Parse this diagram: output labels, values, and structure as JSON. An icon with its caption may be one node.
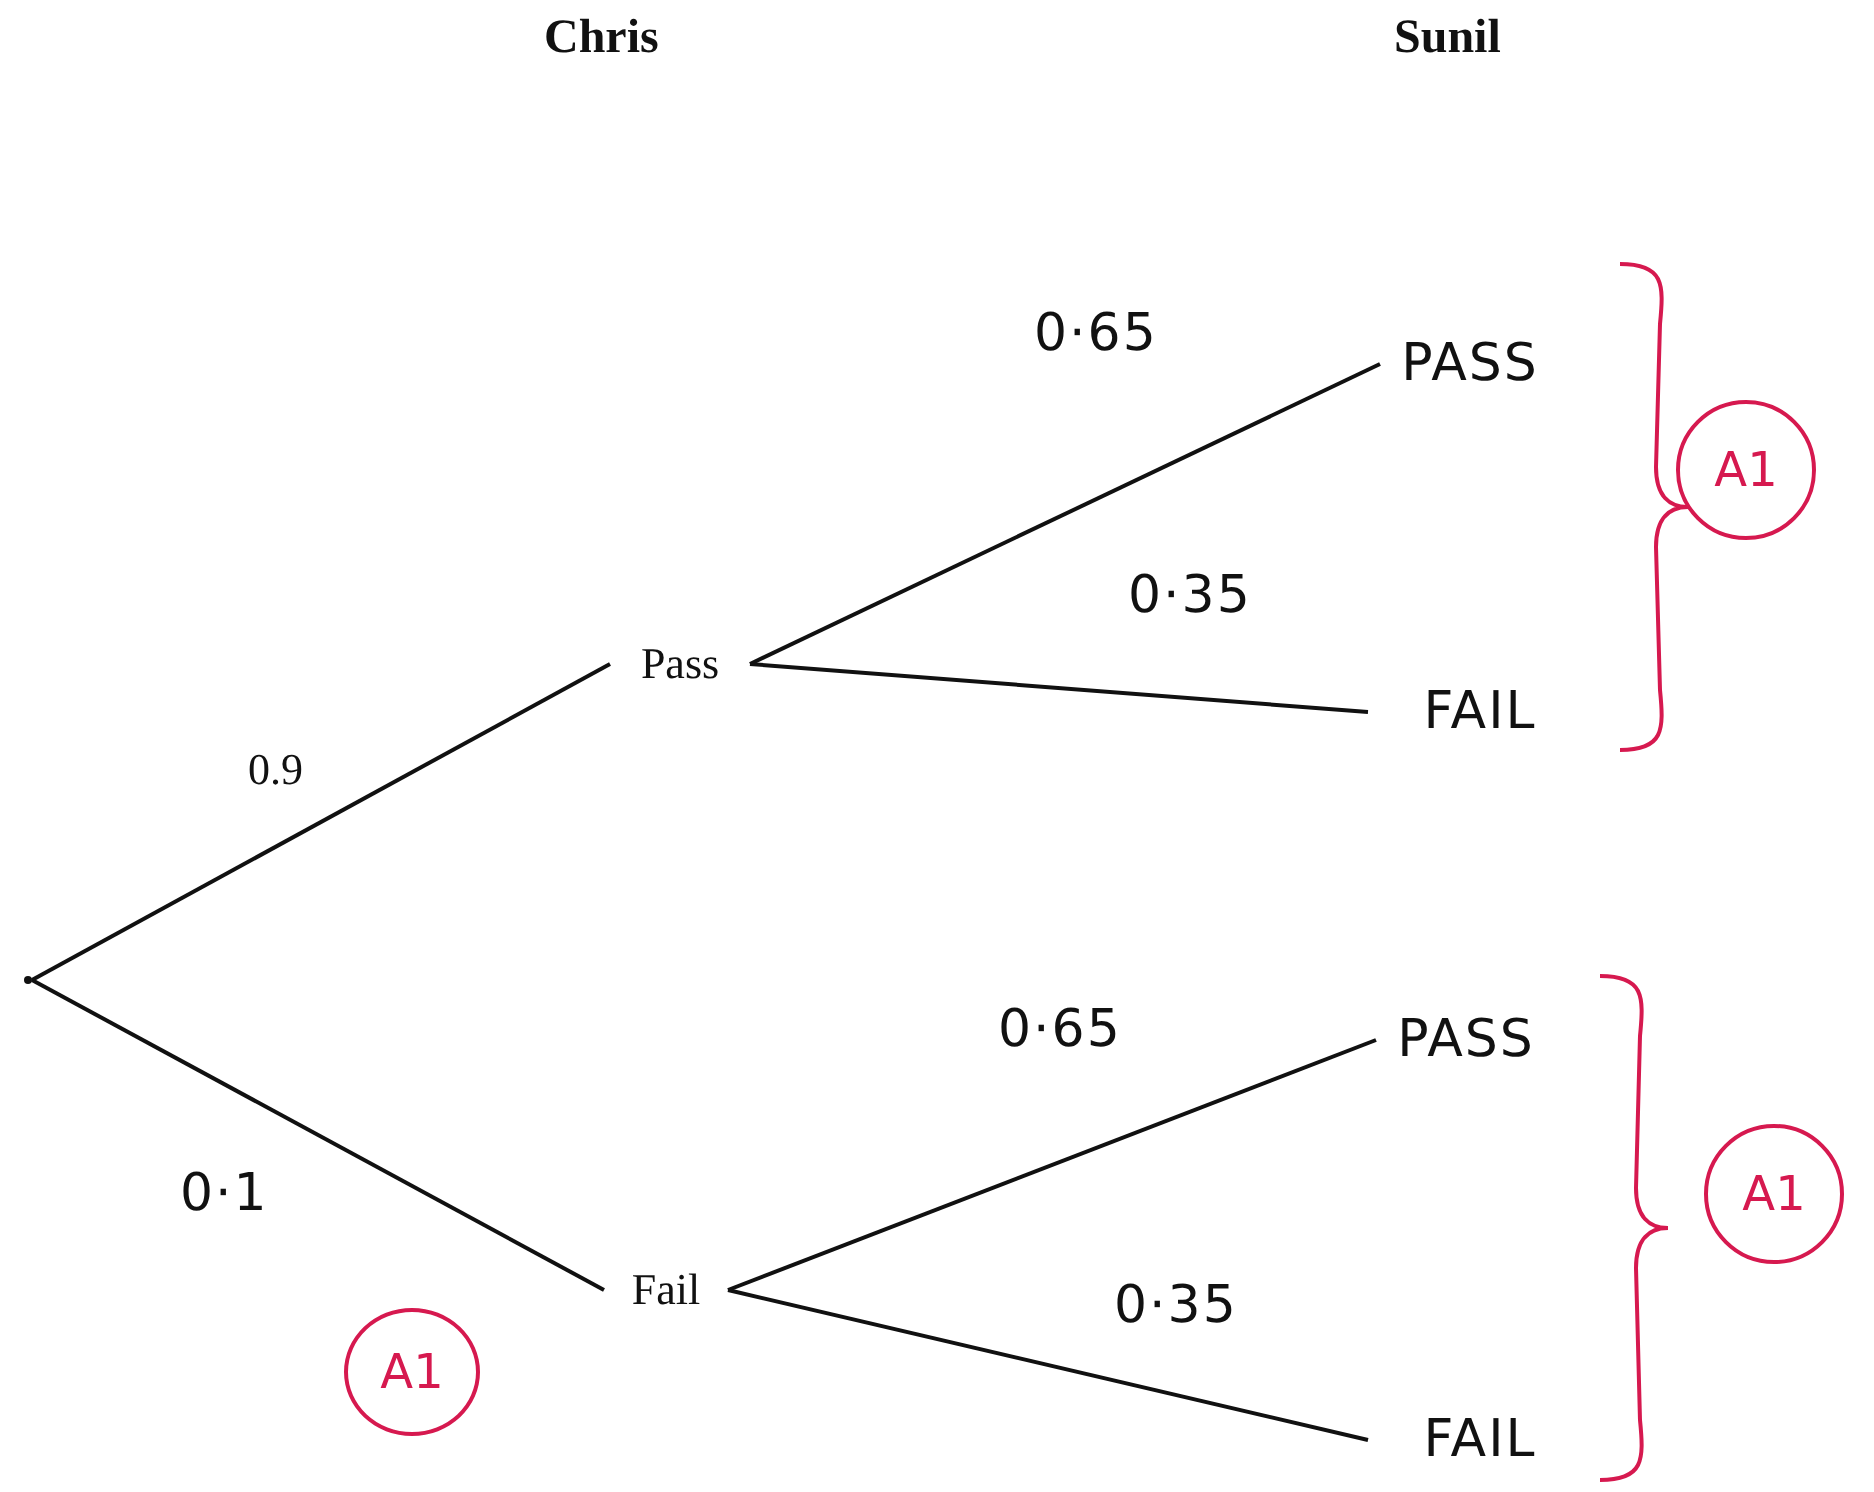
{
  "diagram": {
    "nodes": [
      {
        "text": [],
        "shape": "point"
      },
      {
        "text": [
          "Pass"
        ]
      },
      {
        "text": [
          "Fail"
        ]
      },
      {
        "text": [
          "PASS"
        ]
      },
      {
        "text": [
          "FAIL"
        ]
      },
      {
        "text": [
          "PASS"
        ]
      },
      {
        "text": [
          "FAIL"
        ]
      },
      {
        "text": [
          "A1"
        ]
      },
      {
        "text": [
          "A1"
        ]
      },
      {
        "text": [
          "A1"
        ]
      }
    ],
    "edges": [
      {
        "from": 0,
        "to": 1,
        "arrow": "none",
        "label": "0.9"
      },
      {
        "from": 0,
        "to": 2,
        "arrow": "none",
        "label": "0·1"
      },
      {
        "from": 1,
        "to": 3,
        "arrow": "none",
        "label": "0·65"
      },
      {
        "from": 1,
        "to": 4,
        "arrow": "none",
        "label": "0·35"
      },
      {
        "from": 2,
        "to": 5,
        "arrow": "none",
        "label": "0·65"
      },
      {
        "from": 2,
        "to": 6,
        "arrow": "none",
        "label": "0·35"
      }
    ],
    "labels": [
      "Chris",
      "Sunil"
    ]
  }
}
